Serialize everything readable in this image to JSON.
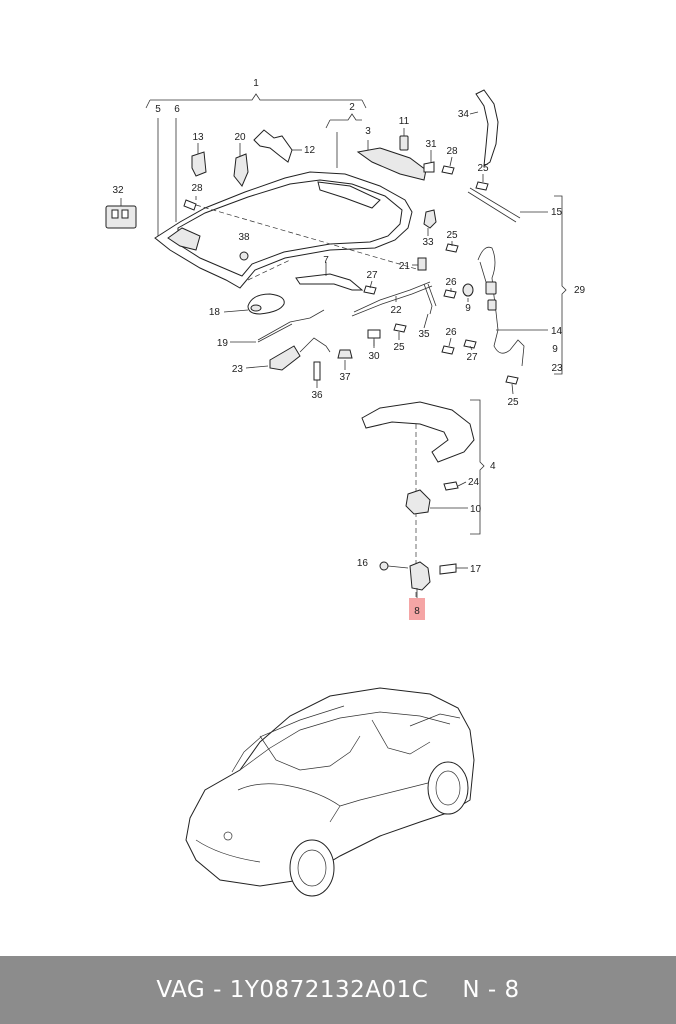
{
  "callouts": {
    "c1": "1",
    "c2": "2",
    "c3": "3",
    "c4": "4",
    "c5": "5",
    "c6": "6",
    "c7": "7",
    "c8": "8",
    "c9": "9",
    "c10": "10",
    "c11": "11",
    "c12": "12",
    "c13": "13",
    "c14": "14",
    "c15": "15",
    "c16": "16",
    "c17": "17",
    "c18": "18",
    "c19": "19",
    "c20": "20",
    "c21": "21",
    "c22": "22",
    "c23": "23",
    "c24": "24",
    "c25": "25",
    "c26": "26",
    "c27": "27",
    "c28": "28",
    "c29": "29",
    "c30": "30",
    "c31": "31",
    "c32": "32",
    "c33": "33",
    "c34": "34",
    "c35": "35",
    "c36": "36",
    "c37": "37",
    "c38": "38"
  },
  "highlight": {
    "part_number_label": "8",
    "color": "#f5a5a5"
  },
  "footer": {
    "brand": "VAG",
    "separator": " - ",
    "part_number": "1Y0872132A01C",
    "position": "N - 8",
    "background": "#8c8c8c"
  }
}
